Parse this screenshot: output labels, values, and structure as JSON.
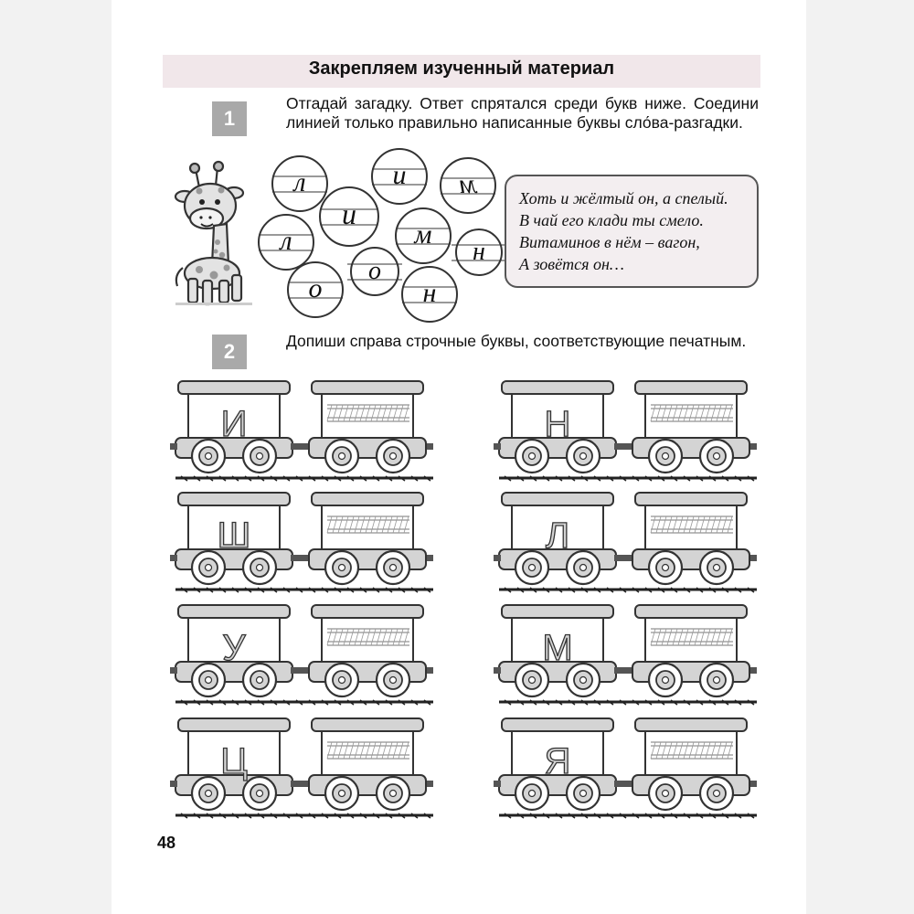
{
  "section_title": "Закрепляем изученный материал",
  "task1": {
    "number": "1",
    "text": "Отгадай загадку. Ответ спрятался среди букв ниже. Соедини линией только правильно написанные буквы сло́ва-разгадки.",
    "circles": [
      {
        "letter": "л",
        "mirrored": false
      },
      {
        "letter": "и",
        "mirrored": false
      },
      {
        "letter": "м",
        "mirrored": true
      },
      {
        "letter": "и",
        "mirrored": false
      },
      {
        "letter": "л",
        "mirrored": false
      },
      {
        "letter": "м",
        "mirrored": false
      },
      {
        "letter": "н",
        "mirrored": false
      },
      {
        "letter": "о",
        "mirrored": false
      },
      {
        "letter": "о",
        "mirrored": false
      },
      {
        "letter": "н",
        "mirrored": false
      }
    ],
    "riddle": [
      "Хоть и жёлтый он, а спелый.",
      "В чай его клади ты смело.",
      "Витаминов в нём – вагон,",
      "А зовётся он…"
    ]
  },
  "task2": {
    "number": "2",
    "text": "Допиши справа строчные буквы, соответствующие печатным.",
    "trains": [
      "И",
      "Н",
      "Ш",
      "Л",
      "У",
      "М",
      "Ц",
      "Я"
    ]
  },
  "page_number": "48",
  "colors": {
    "header_band": "#f1e7ea",
    "task_badge": "#a9a9a9",
    "riddle_bg": "#f3eef0",
    "wagon_fill": "#d4d4d4"
  },
  "icons": {
    "illustration": "giraffe-icon"
  }
}
